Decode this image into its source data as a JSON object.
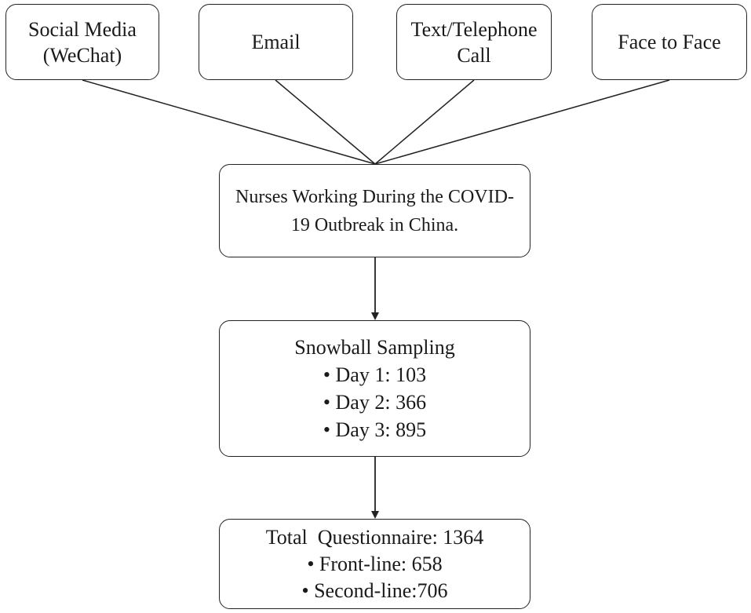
{
  "sources": [
    {
      "lines": [
        "Social Media",
        "(WeChat)"
      ]
    },
    {
      "lines": [
        "Email"
      ]
    },
    {
      "lines": [
        "Text/Telephone",
        "Call"
      ]
    },
    {
      "lines": [
        "Face to Face"
      ]
    }
  ],
  "population": {
    "lines": [
      "Nurses Working During the COVID-",
      "19 Outbreak in China."
    ]
  },
  "sampling": {
    "title": "Snowball Sampling",
    "items": [
      "• Day 1: 103",
      "• Day 2: 366",
      "• Day 3: 895"
    ]
  },
  "total": {
    "title": "Total  Questionnaire: 1364",
    "items": [
      "• Front-line: 658",
      "• Second-line:706"
    ]
  },
  "colors": {
    "border": "#222222",
    "line": "#222222",
    "background": "#ffffff"
  }
}
